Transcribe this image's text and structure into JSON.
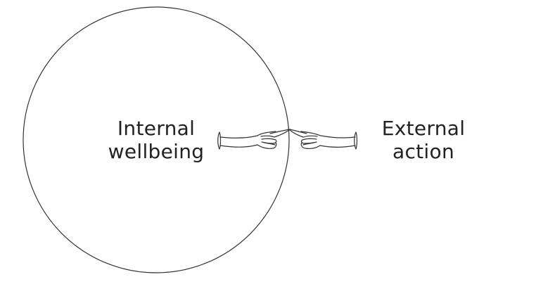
{
  "diagram": {
    "internal": {
      "line1": "Internal",
      "line2": "wellbeing"
    },
    "external": {
      "line1": "External",
      "line2": "action"
    },
    "hands": {
      "left_icon": "pointing-hand-icon",
      "right_icon": "pointing-hand-icon"
    },
    "colors": {
      "stroke": "#333333",
      "text": "#222222",
      "background": "#ffffff"
    }
  }
}
